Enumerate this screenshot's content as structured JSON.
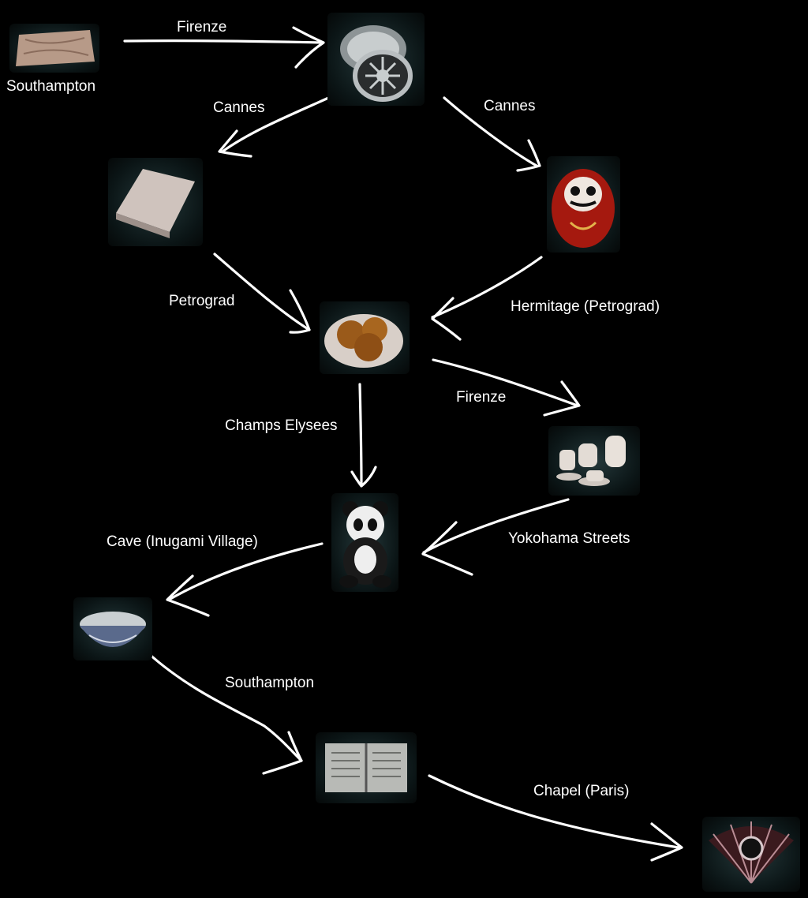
{
  "items": {
    "start_label": "Southampton"
  },
  "routes": {
    "r1": "Firenze",
    "r2": "Cannes",
    "r3": "Cannes",
    "r4": "Petrograd",
    "r5": "Hermitage (Petrograd)",
    "r6": "Champs Elysees",
    "r7": "Firenze",
    "r8": "Cave (Inugami Village)",
    "r9": "Yokohama Streets",
    "r10": "Southampton",
    "r11": "Chapel (Paris)"
  },
  "colors": {
    "background": "#000000",
    "arrow": "#ffffff",
    "text": "#ffffff"
  }
}
